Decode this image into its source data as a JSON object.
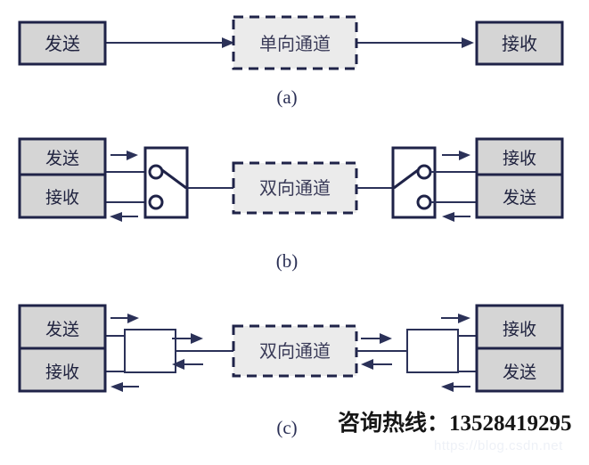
{
  "figure": {
    "title_visible": false,
    "background_color": "#ffffff",
    "box_fill": "#d5d5d5",
    "box_stroke": "#1f2348",
    "dashed_fill": "#ebebeb",
    "dashed_stroke": "#1f2348",
    "line_color": "#2b3158",
    "label_color": "#2a2f55"
  },
  "diagrams": [
    {
      "id": "a",
      "caption": "(a)",
      "left_node": {
        "label": "发送"
      },
      "channel": {
        "label": "单向通道"
      },
      "right_node": {
        "label": "接收"
      },
      "arrows": [
        "left-to-channel",
        "channel-to-right"
      ]
    },
    {
      "id": "b",
      "caption": "(b)",
      "left_stack": [
        {
          "label": "发送"
        },
        {
          "label": "接收"
        }
      ],
      "left_switch": {
        "label": "switch",
        "terminals": 2
      },
      "channel": {
        "label": "双向通道"
      },
      "right_switch": {
        "label": "switch",
        "terminals": 2
      },
      "right_stack": [
        {
          "label": "接收"
        },
        {
          "label": "发送"
        }
      ],
      "arrows": [
        "left-out",
        "left-in",
        "right-out",
        "right-in"
      ]
    },
    {
      "id": "c",
      "caption": "(c)",
      "left_stack": [
        {
          "label": "发送"
        },
        {
          "label": "接收"
        }
      ],
      "left_junction": {
        "label": "junction"
      },
      "channel": {
        "label": "双向通道"
      },
      "right_junction": {
        "label": "junction"
      },
      "right_stack": [
        {
          "label": "接收"
        },
        {
          "label": "发送"
        }
      ],
      "arrows": [
        "left-out",
        "left-in",
        "mid-out",
        "mid-in",
        "right-out",
        "right-in"
      ]
    }
  ],
  "overlay": {
    "hotline_text": "咨询热线：13528419295",
    "watermark_text": "https://blog.csdn.net"
  }
}
